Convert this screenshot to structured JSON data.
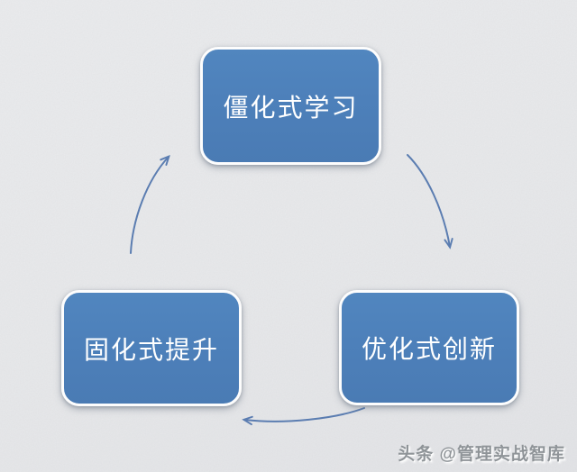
{
  "diagram": {
    "type": "cycle",
    "nodes": [
      {
        "id": "rigid-learning",
        "label": "僵化式学习",
        "position": "top"
      },
      {
        "id": "optimized-innovation",
        "label": "优化式创新",
        "position": "bottom-right"
      },
      {
        "id": "solidified-improvement",
        "label": "固化式提升",
        "position": "bottom-left"
      }
    ],
    "edges": [
      {
        "from": "rigid-learning",
        "to": "optimized-innovation",
        "style": "curved-open-arrowhead"
      },
      {
        "from": "optimized-innovation",
        "to": "solidified-improvement",
        "style": "curved-open-arrowhead"
      },
      {
        "from": "solidified-improvement",
        "to": "rigid-learning",
        "style": "curved-open-arrowhead"
      }
    ]
  },
  "watermark": {
    "text": "头条 @管理实战智库"
  },
  "colors": {
    "node_fill": "#4d80ba",
    "node_border": "#ffffff",
    "node_text": "#ffffff",
    "arrow": "#5b7db1",
    "background": "#e8e9eb",
    "watermark_text": "#8f9498"
  }
}
